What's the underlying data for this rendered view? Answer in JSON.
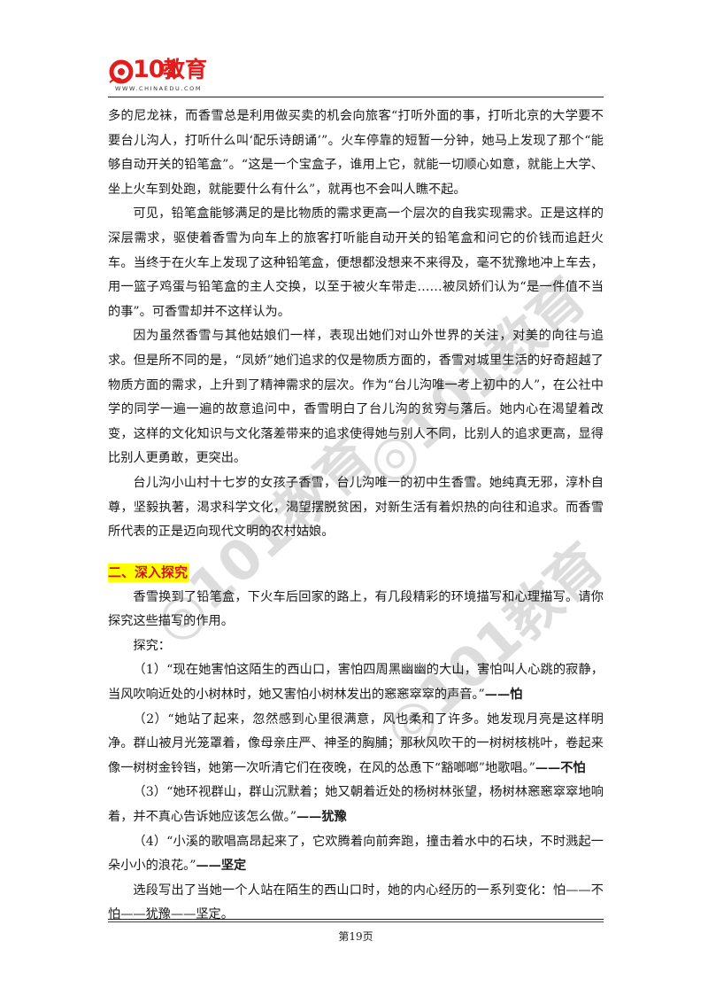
{
  "header": {
    "logo_digits": "101",
    "logo_cn": "教育",
    "logo_url": "WWW.CHINAEDU.COM"
  },
  "body": {
    "p1": "多的尼龙袜，而香雪总是利用做买卖的机会向旅客“打听外面的事，打听北京的大学要不要台儿沟人，打听什么叫‘配乐诗朗诵’”。火车停靠的短暂一分钟，她马上发现了那个“能够自动开关的铅笔盒”。“这是一个宝盒子，谁用上它，就能一切顺心如意，就能上大学、坐上火车到处跑，就能要什么有什么”，就再也不会叫人瞧不起。",
    "p2": "可见，铅笔盒能够满足的是比物质的需求更高一个层次的自我实现需求。正是这样的深层需求，驱使着香雪为向车上的旅客打听能自动开关的铅笔盒和问它的价钱而追赶火车。当终于在火车上发现了这种铅笔盒，便想都没想来不来得及，毫不犹豫地冲上车去，用一篮子鸡蛋与铅笔盒的主人交换，以至于被火车带走……被凤娇们认为“是一件值不当的事”。可香雪却并不这样认为。",
    "p3": "因为虽然香雪与其他姑娘们一样，表现出她们对山外世界的关注，对美的向往与追求。但是所不同的是，“凤娇”她们追求的仅是物质方面的，香雪对城里生活的好奇超越了物质方面的需求，上升到了精神需求的层次。作为“台儿沟唯一考上初中的人”，在公社中学的同学一遍一遍的故意追问中，香雪明白了台儿沟的贫穷与落后。她内心在渴望着改变，这样的文化知识与文化落差带来的追求使得她与别人不同，比别人的追求更高，显得比别人更勇敢，更突出。",
    "p4": "台儿沟小山村十七岁的女孩子香雪，台儿沟唯一的初中生香雪。她纯真无邪，淳朴自尊，坚毅执著，渴求科学文化，渴望摆脱贫困，对新生活有着炽热的向往和追求。而香雪所代表的正是迈向现代文明的农村姑娘。",
    "section_title": "二、深入探究",
    "q": "香雪换到了铅笔盒，下火车后回家的路上，有几段精彩的环境描写和心理描写。请你探究这些描写的作用。",
    "explore_label": "探究：",
    "items": [
      {
        "text": "（1）“现在她害怕这陌生的西山口，害怕四周黑幽幽的大山，害怕叫人心跳的寂静，当风吹响近处的小树林时，她又害怕小树林发出的窸窸窣窣的声音。”",
        "answer": "——怕"
      },
      {
        "text": "（2）“她站了起来，忽然感到心里很满意，风也柔和了许多。她发现月亮是这样明净。群山被月光笼罩着，像母亲庄严、神圣的胸脯；那秋风吹干的一树树核桃叶，卷起来像一树树金铃铛，她第一次听清它们在夜晚，在风的怂恿下“豁啷啷”地歌唱。”",
        "answer": "——不怕"
      },
      {
        "text": "（3）“她环视群山，群山沉默着；她又朝着近处的杨树林张望，杨树林窸窸窣窣地响着，并不真心告诉她应该怎么做。”",
        "answer": "——犹豫"
      },
      {
        "text": "（4）“小溪的歌唱高昂起来了，它欢腾着向前奔跑，撞击着水中的石块，不时溅起一朵小小的浪花。”",
        "answer": "——坚定"
      }
    ],
    "conclusion": "选段写出了当她一个人站在陌生的西山口时，她的内心经历的一系列变化：怕——不怕——犹豫——坚定。"
  },
  "footer": {
    "page": "第19页"
  },
  "colors": {
    "brand_red": "#e11e1e",
    "section_red": "#d0121b",
    "highlight": "#ffff00"
  }
}
